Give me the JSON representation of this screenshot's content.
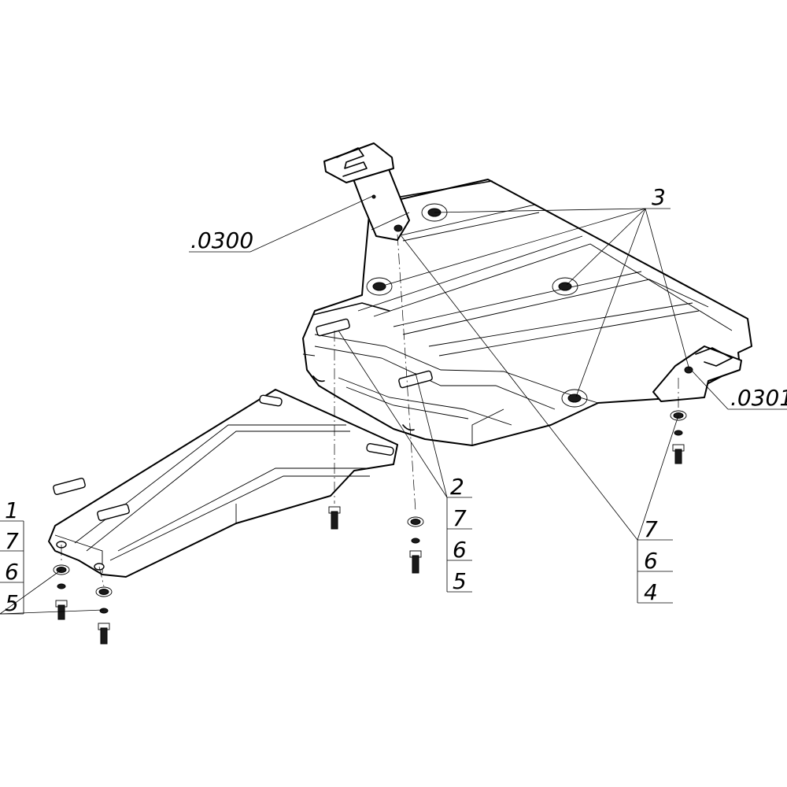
{
  "labels": {
    "part_0300": ".0300",
    "part_0301": ".0301",
    "num_3": "3",
    "num_2": "2",
    "num_1": "1",
    "stack_left": [
      "7",
      "6",
      "5"
    ],
    "stack_mid": [
      "7",
      "6",
      "5"
    ],
    "stack_right": [
      "7",
      "6",
      "4"
    ]
  }
}
